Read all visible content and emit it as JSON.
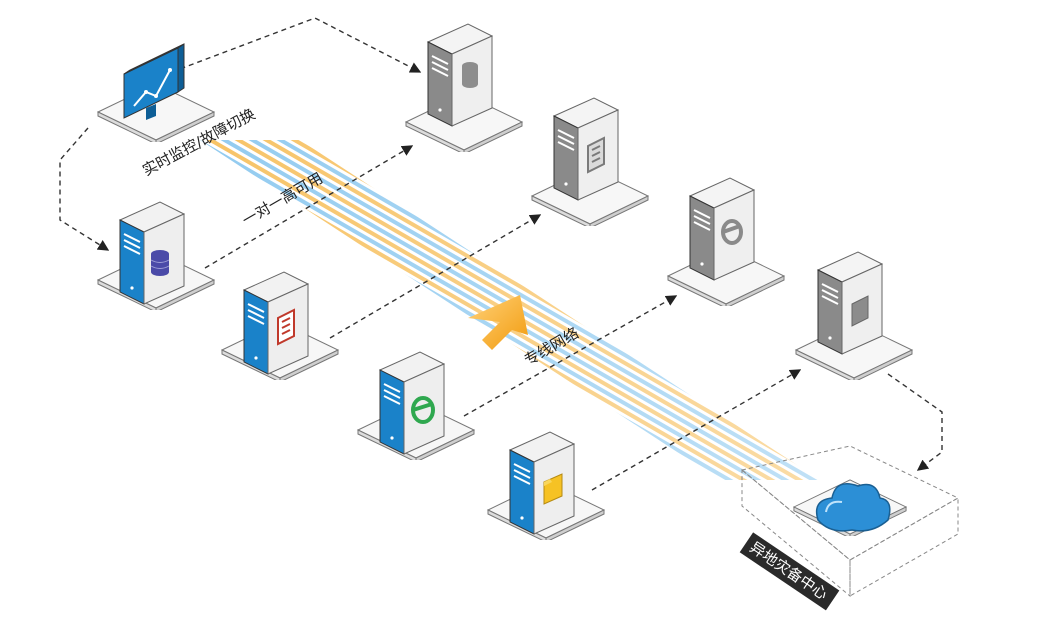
{
  "labels": {
    "monitor_failover": "实时监控/故障切换",
    "one_to_one_ha": "一对一高可用",
    "private_line": "专线网络",
    "remote_dr_center": "异地灾备中心"
  },
  "icons": {
    "monitor": "monitor-chart-icon",
    "database": "database-icon",
    "document": "document-icon",
    "browser": "internet-explorer-icon",
    "folder": "folder-icon",
    "cloud": "cloud-icon"
  },
  "colors": {
    "primary_server": "#1a82c9",
    "backup_server": "#8c8c8c",
    "arrow_orange": "#f5a623",
    "stripe_blue": "#8cc8ef",
    "dr_label_bg": "#2a2a2a"
  }
}
